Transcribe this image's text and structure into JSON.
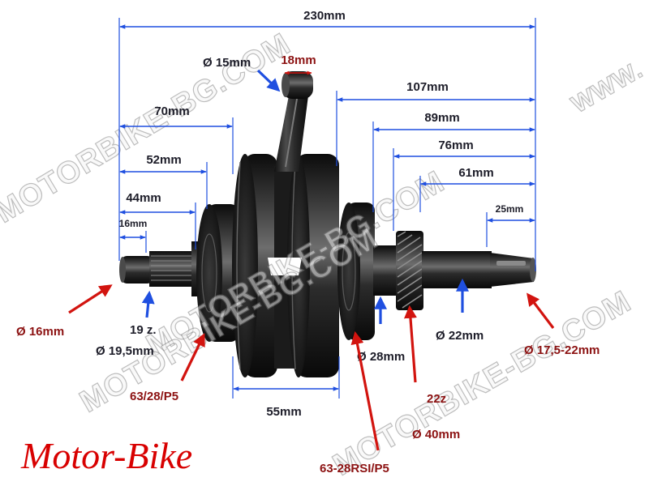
{
  "logo": {
    "text": "Motor-Bike"
  },
  "dimensions": {
    "overall_length": "230mm",
    "rod_small_end_diameter": "Ø 15mm",
    "rod_small_end_width": "18mm",
    "right_side_107": "107mm",
    "left_side_70": "70mm",
    "right_side_89": "89mm",
    "left_side_52": "52mm",
    "right_side_76": "76mm",
    "right_side_61": "61mm",
    "left_side_44": "44mm",
    "right_side_25": "25mm",
    "left_side_16": "16mm",
    "web_width": "55mm"
  },
  "callouts": {
    "left_tip_diameter": "Ø 16mm",
    "spline_teeth": "19 z.",
    "spline_diameter": "Ø 19,5mm",
    "left_bearing": "63/28/P5",
    "right_journal_diameter": "Ø 28mm",
    "right_shaft_diameter": "Ø 22mm",
    "taper_diameter": "Ø 17,5-22mm",
    "gear_teeth": "22z",
    "gear_diameter": "Ø 40mm",
    "right_bearing": "63-28RSI/P5"
  },
  "watermark": {
    "text": "MOTORBIKE-BG.COM",
    "prefix": "WWW."
  },
  "colors": {
    "dimension_line": "#1f4fe0",
    "callout_red": "#d2140f",
    "text_dark": "#1c1c28",
    "text_red": "#8c1212",
    "logo_red": "#d80000",
    "background": "#ffffff"
  }
}
